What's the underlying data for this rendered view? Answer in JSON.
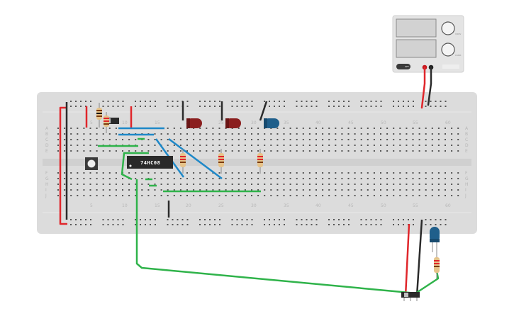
{
  "chip": {
    "label": "74HC08"
  },
  "column_numbers": [
    "5",
    "10",
    "15",
    "20",
    "25",
    "30",
    "35",
    "40",
    "45",
    "50",
    "55",
    "60"
  ],
  "row_letters_top": [
    "A",
    "B",
    "C",
    "D",
    "E"
  ],
  "row_letters_bottom": [
    "F",
    "G",
    "H",
    "I",
    "J"
  ],
  "power_supply": {
    "readout_1_label": "V/DIV",
    "readout_2_label": "CURR",
    "power_button_label": "OFF"
  },
  "colors": {
    "breadboard": "#dcdcdc",
    "wire_red": "#e0262b",
    "wire_black": "#2b2b2b",
    "wire_blue": "#1e88c8",
    "wire_green": "#2fb34a",
    "led_red": "#8b1f1f",
    "led_blue": "#1f5f8b",
    "chip": "#2a2a2a"
  }
}
